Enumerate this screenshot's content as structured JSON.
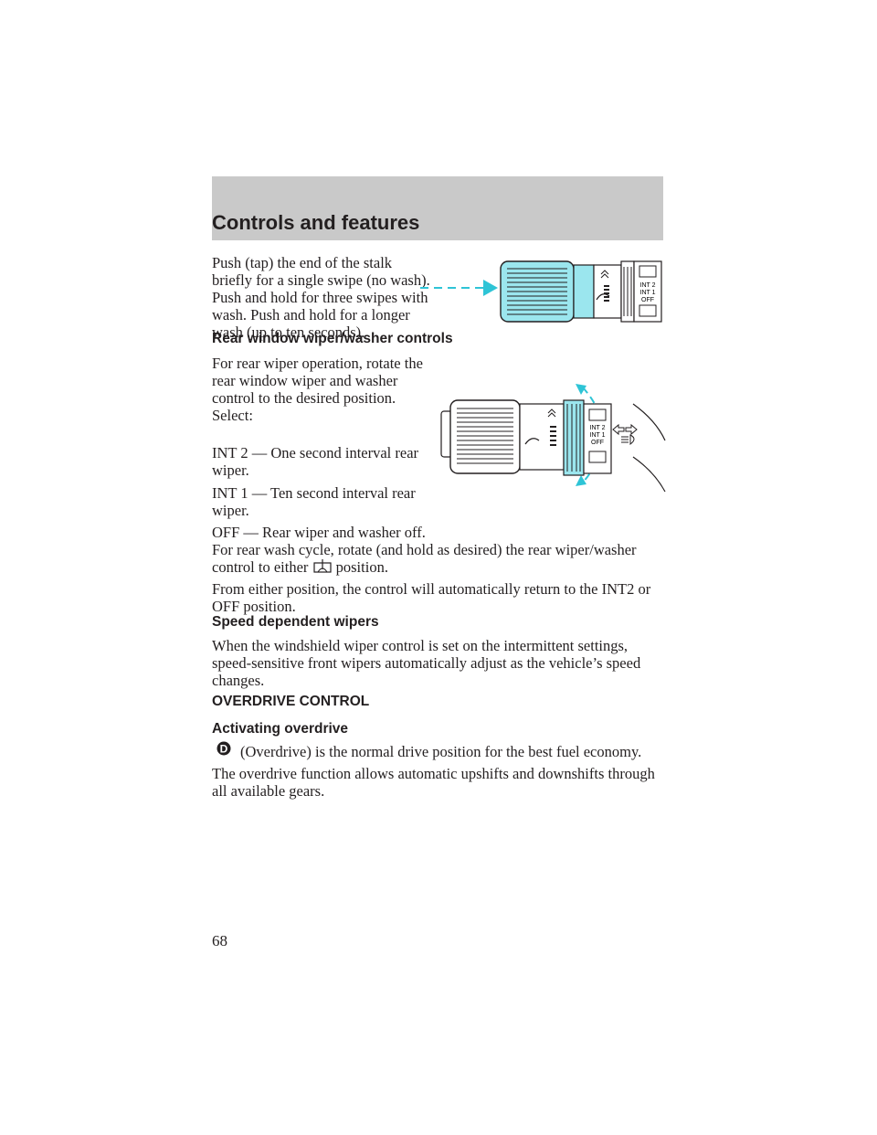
{
  "header": {
    "title": "Controls and features"
  },
  "section1": {
    "paragraph": "Push (tap) the end of the stalk briefly for a single swipe (no wash). Push and hold for three swipes with wash. Push and hold for a longer wash (up to ten seconds)."
  },
  "figure1": {
    "labels": [
      "INT 2",
      "INT 1",
      "OFF"
    ]
  },
  "section2": {
    "heading": "Rear window wiper/washer controls",
    "intro": "For rear wiper operation, rotate the rear window wiper and washer control to the desired position. Select:",
    "items": [
      "INT 2 — One second interval rear wiper.",
      "INT 1 — Ten second interval rear wiper.",
      "OFF — Rear wiper and washer off."
    ],
    "wash_text_before": "For rear wash cycle, rotate (and hold as desired) the rear wiper/washer control to either",
    "wash_text_after": "position.",
    "return_text": "From either position, the control will automatically return to the INT2 or OFF position."
  },
  "figure2": {
    "labels": [
      "INT 2",
      "INT 1",
      "OFF"
    ]
  },
  "section3": {
    "heading": "Speed dependent wipers",
    "paragraph": "When the windshield wiper control is set on the intermittent settings, speed-sensitive front wipers automatically adjust as the vehicle’s speed changes."
  },
  "section4": {
    "heading": "OVERDRIVE CONTROL",
    "subheading": "Activating overdrive",
    "overdrive_text": "(Overdrive) is the normal drive position for the best fuel economy.",
    "paragraph": "The overdrive function allows automatic upshifts and downshifts through all available gears."
  },
  "footer": {
    "page_number": "68"
  }
}
